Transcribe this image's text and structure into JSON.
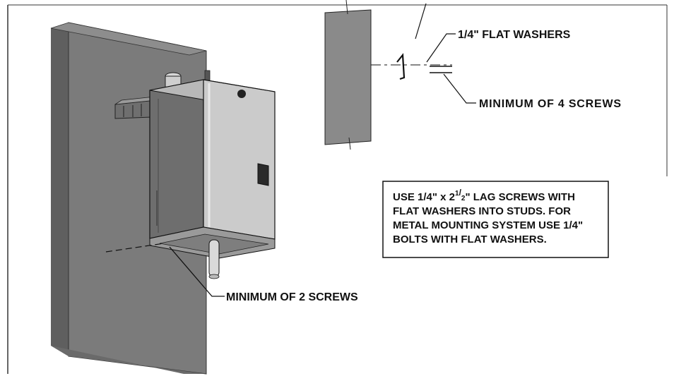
{
  "labels": {
    "flat_washers": "1/4\" FLAT WASHERS",
    "min_four_screws": "MINIMUM OF 4 SCREWS",
    "min_two_screws": "MINIMUM OF 2 SCREWS"
  },
  "note": {
    "line1_prefix": "USE 1/4\" x 2",
    "line1_frac_num": "1",
    "line1_frac_den": "2",
    "line1_suffix": "\" LAG SCREWS WITH",
    "line2": "FLAT WASHERS INTO STUDS. FOR",
    "line3": "METAL MOUNTING SYSTEM USE 1/4\"",
    "line4": "BOLTS WITH FLAT WASHERS."
  },
  "colors": {
    "wall_front": "#7a7a7a",
    "wall_side": "#5f5f5f",
    "heater_front": "#c9c9c9",
    "heater_side": "#737373",
    "ink": "#111111"
  }
}
